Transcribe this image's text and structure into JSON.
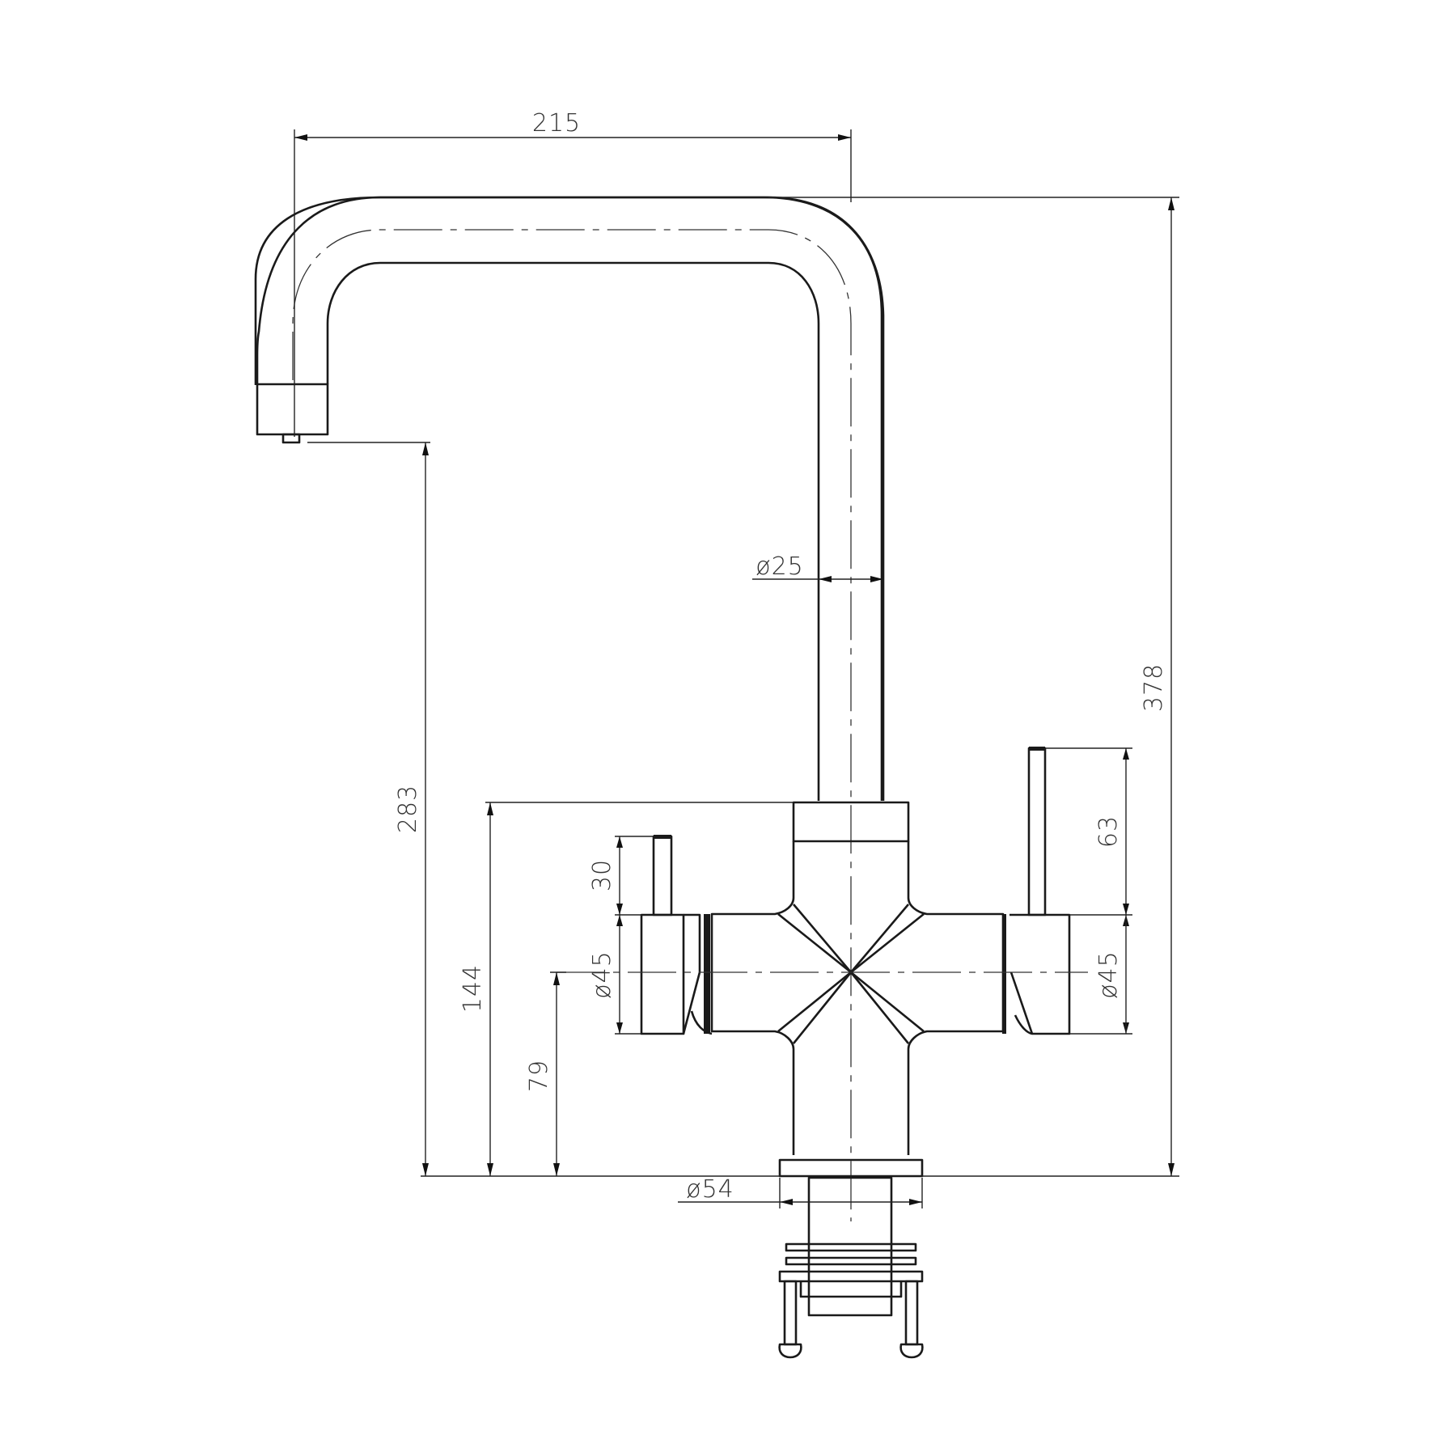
{
  "drawing": {
    "subject": "Kitchen tap (mixer faucet) technical drawing, side elevation",
    "units": "mm",
    "line_color": "#1a1a1a",
    "background": "#ffffff"
  },
  "dimensions": {
    "spout_reach": "215",
    "total_height": "378",
    "spout_outlet_height": "283",
    "body_height": "144",
    "handle_center_height": "79",
    "spout_tube_diameter": "ø25",
    "base_diameter": "ø54",
    "left_handle_diameter": "ø45",
    "right_handle_diameter": "ø45",
    "left_lever_length": "30",
    "right_lever_length": "63"
  }
}
